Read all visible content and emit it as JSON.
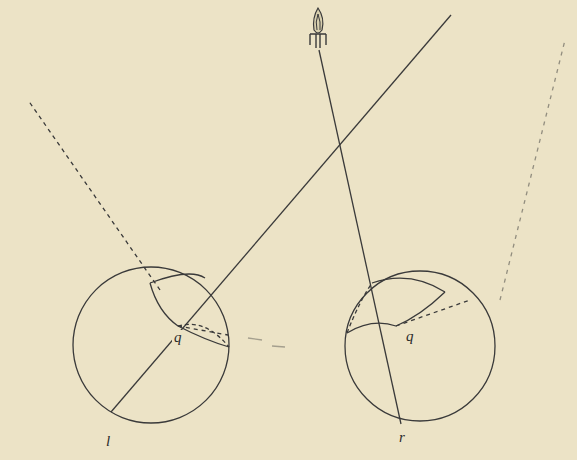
{
  "diagram": {
    "labels": [
      "q",
      "q",
      "l",
      "r"
    ]
  }
}
